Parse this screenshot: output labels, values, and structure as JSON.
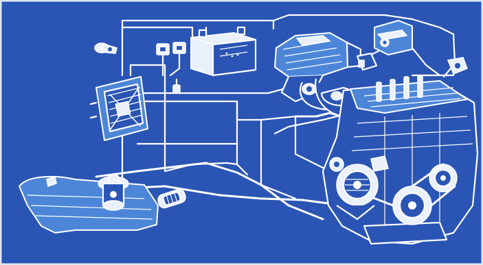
{
  "colors": {
    "background": "#2a55b4",
    "line_art": "#ffffff",
    "highlight": "#4d86d8"
  },
  "components": [
    {
      "id": "battery",
      "icon": "battery-icon"
    },
    {
      "id": "relay-pair",
      "icon": "relay-icon"
    },
    {
      "id": "ignition-coil",
      "icon": "coil-icon"
    },
    {
      "id": "control-unit",
      "icon": "ecu-icon"
    },
    {
      "id": "air-intake-plenum",
      "icon": "intake-icon"
    },
    {
      "id": "throttle-body",
      "icon": "throttle-icon"
    },
    {
      "id": "sensor-unit",
      "icon": "sensor-icon"
    },
    {
      "id": "fuel-tank",
      "icon": "tank-icon"
    },
    {
      "id": "fuel-pump",
      "icon": "pump-icon"
    },
    {
      "id": "fuel-filter",
      "icon": "filter-icon"
    },
    {
      "id": "engine-block",
      "icon": "engine-icon"
    },
    {
      "id": "alternator",
      "icon": "alternator-icon"
    }
  ]
}
